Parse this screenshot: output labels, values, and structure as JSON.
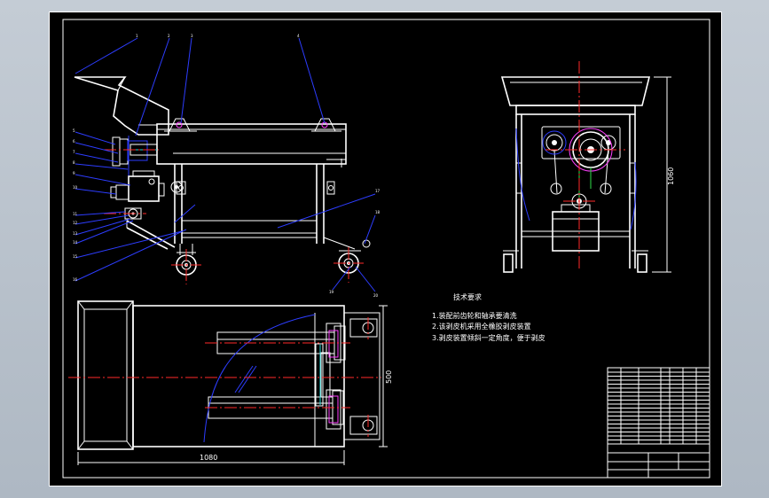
{
  "drawing": {
    "dimensions": {
      "front_length": "1080",
      "side_height": "1060",
      "top_width": "500"
    },
    "technical_requirements": {
      "heading": "技术要求",
      "items": [
        "1.装配前齿轮和轴承要清洗",
        "2.该剥皮机采用全橡胶剥皮装置",
        "3.剥皮装置倾斜一定角度，便于剥皮"
      ]
    },
    "part_numbers": [
      "1",
      "2",
      "3",
      "4",
      "5",
      "6",
      "7",
      "8",
      "9",
      "10",
      "11",
      "12",
      "13",
      "14",
      "15",
      "16",
      "17",
      "18",
      "19",
      "20"
    ]
  },
  "colors": {
    "outline": "#ffffff",
    "leader": "#2d3dff",
    "centerline": "#ff2a2a",
    "hidden": "#ff40ff",
    "accent_green": "#2fe04a",
    "accent_cyan": "#1fd7d7",
    "paper": "#000000",
    "background": "#b9c2cc"
  }
}
